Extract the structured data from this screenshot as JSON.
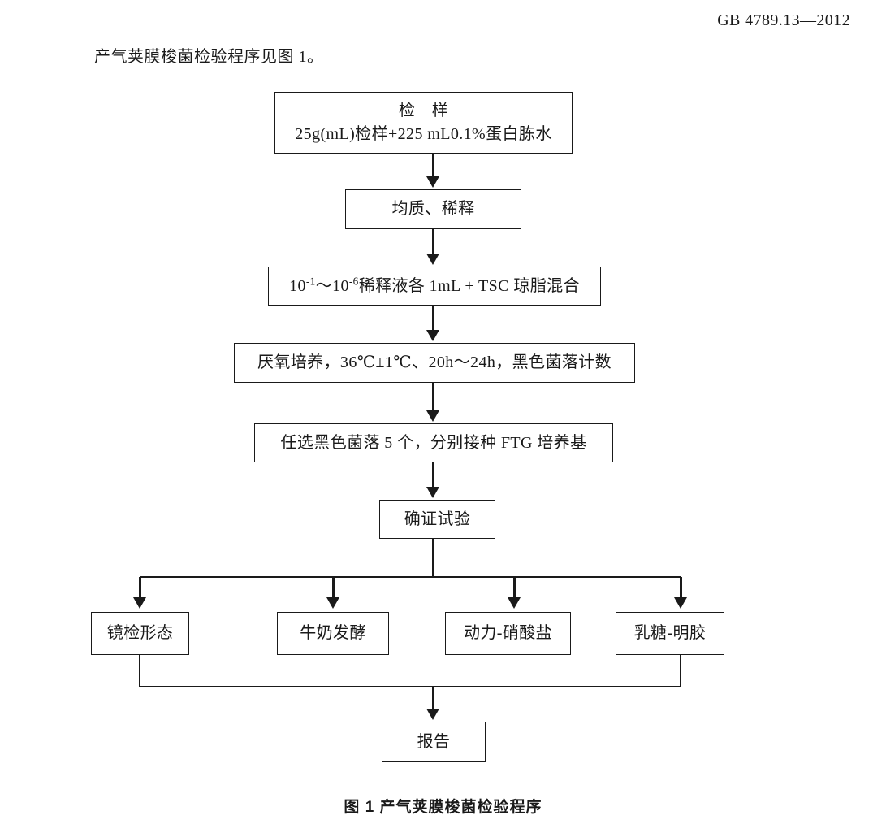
{
  "header": {
    "standard_code": "GB 4789.13—2012"
  },
  "intro": {
    "text": "产气荚膜梭菌检验程序见图 1。"
  },
  "flowchart": {
    "caption": "图 1  产气荚膜梭菌检验程序",
    "nodes": {
      "sample": {
        "line1": "检　样",
        "line2": "25g(mL)检样+225 mL0.1%蛋白胨水"
      },
      "homogenize": {
        "label": "均质、稀释"
      },
      "dilute": {
        "prefix": "10",
        "exp1": "-1",
        "mid": "～10",
        "exp2": "-6",
        "suffix": "稀释液各 1mL + TSC 琼脂混合"
      },
      "anaerobic": {
        "label": "厌氧培养，36℃±1℃、20h～24h，黑色菌落计数"
      },
      "ftg": {
        "label": "任选黑色菌落 5 个，分别接种 FTG 培养基"
      },
      "confirm": {
        "label": "确证试验"
      },
      "branches": [
        {
          "label": "镜检形态"
        },
        {
          "label": "牛奶发酵"
        },
        {
          "label": "动力-硝酸盐"
        },
        {
          "label": "乳糖-明胶"
        }
      ],
      "report": {
        "label": "报告"
      }
    }
  },
  "colors": {
    "ink": "#1a1a1a",
    "paper": "#ffffff"
  }
}
